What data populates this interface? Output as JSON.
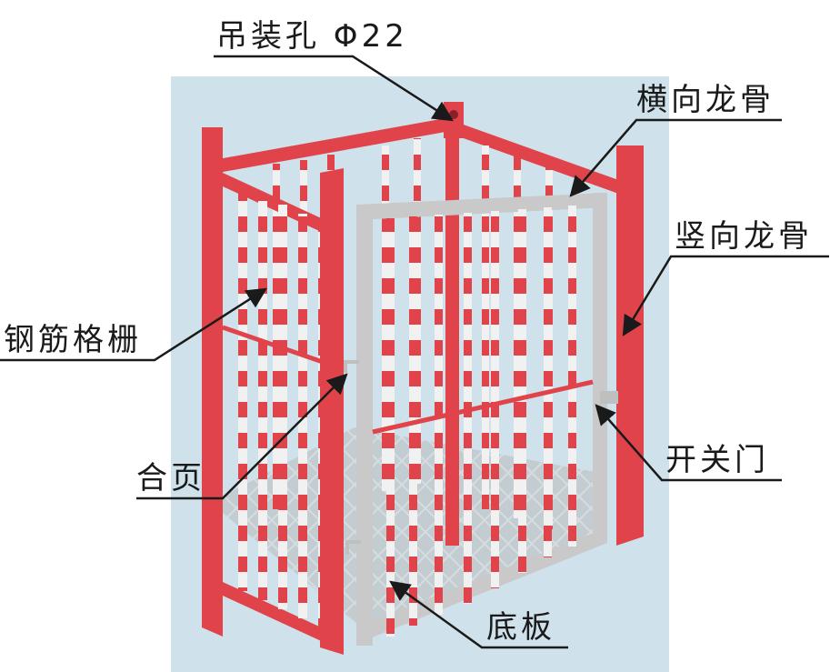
{
  "figure": {
    "labels": {
      "lifting_hole": "吊装孔 Φ22",
      "horizontal_keel": "横向龙骨",
      "vertical_keel": "竖向龙骨",
      "rebar_grille": "钢筋格栅",
      "hinge": "合页",
      "door_switch": "开关门",
      "bottom_plate": "底板"
    },
    "colors": {
      "background_panel": "#cfe1ea",
      "frame_red": "#e0434a",
      "bar_white": "#f1f1f1",
      "door_frame_gray": "#c9c9c9",
      "floor_gray": "#bcc6cc"
    }
  }
}
